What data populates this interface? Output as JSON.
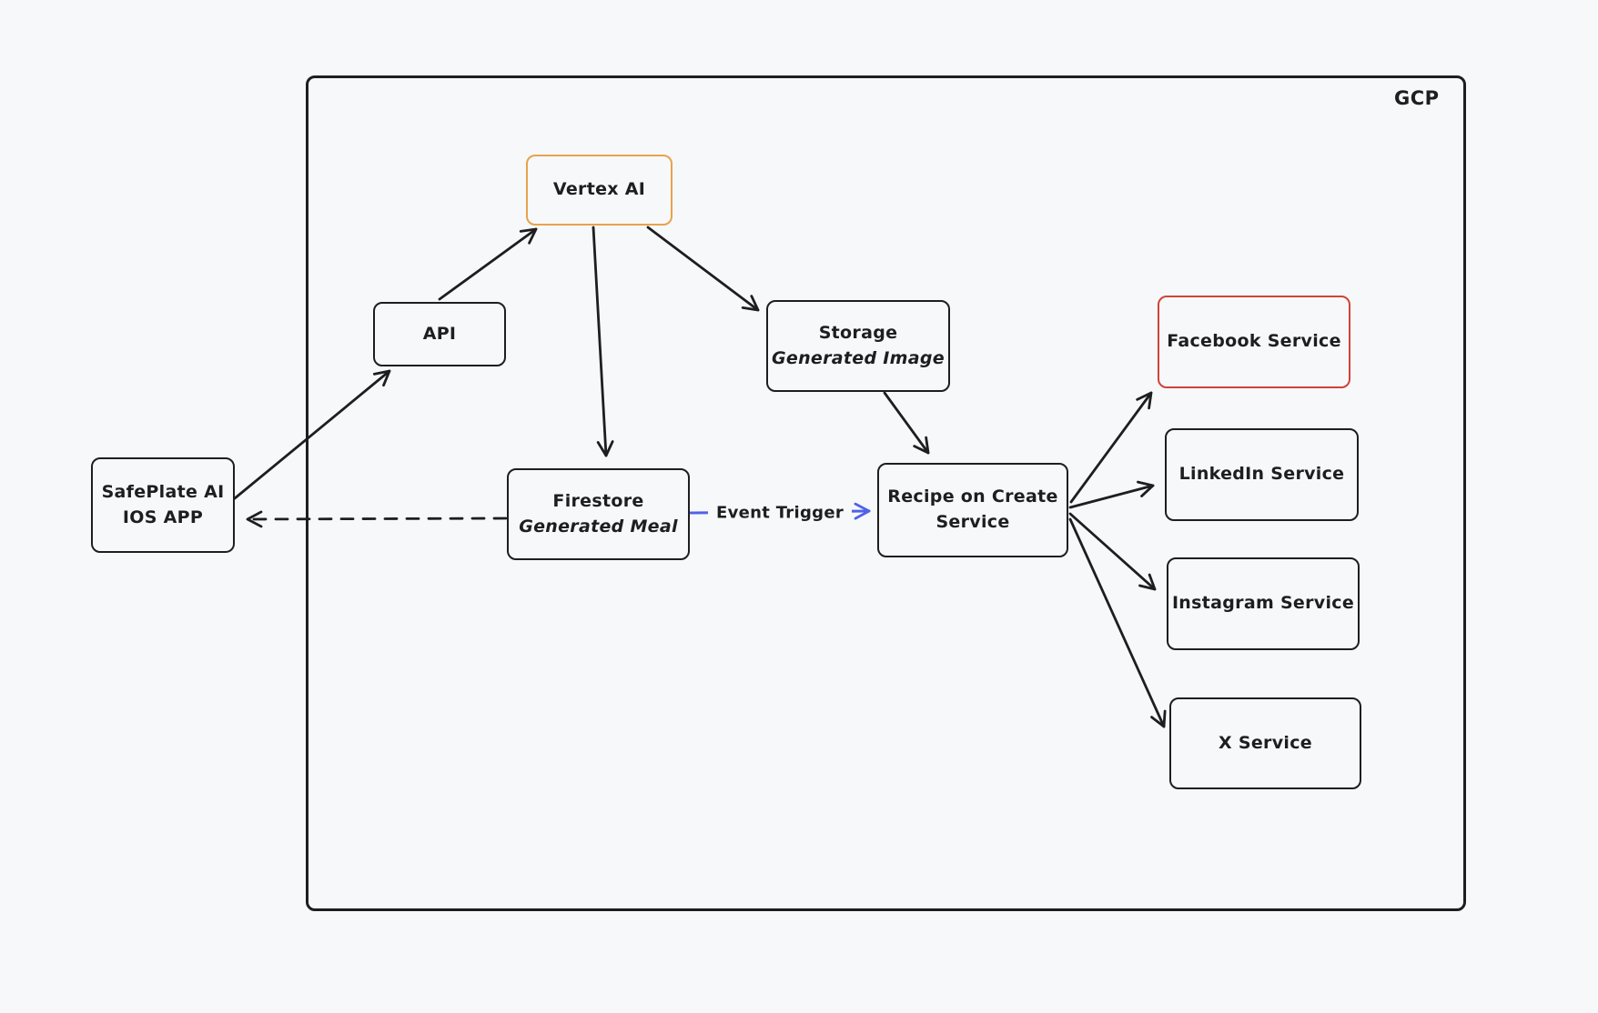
{
  "diagram": {
    "frame_label": "GCP",
    "nodes": {
      "safeplate": {
        "line1": "SafePlate AI",
        "line2": "IOS APP"
      },
      "api": {
        "line1": "API"
      },
      "vertex": {
        "line1": "Vertex AI"
      },
      "storage": {
        "line1": "Storage",
        "line2": "Generated Image"
      },
      "firestore": {
        "line1": "Firestore",
        "line2": "Generated Meal"
      },
      "recipe": {
        "line1": "Recipe on Create",
        "line2": "Service"
      },
      "facebook": {
        "line1": "Facebook Service"
      },
      "linkedin": {
        "line1": "LinkedIn Service"
      },
      "instagram": {
        "line1": "Instagram Service"
      },
      "xservice": {
        "line1": "X Service"
      }
    },
    "edge_label": "Event Trigger",
    "colors": {
      "stroke": "#1e1e1e",
      "accent_orange": "#e8a24d",
      "accent_red": "#cf4437",
      "accent_blue": "#4f63e8",
      "background": "#f7f8fa"
    }
  }
}
